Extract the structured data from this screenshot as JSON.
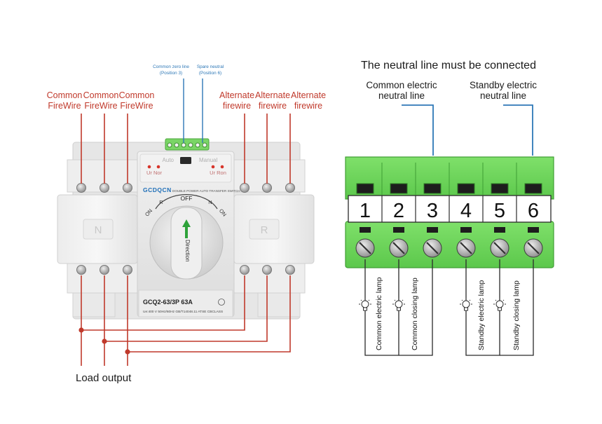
{
  "switch": {
    "common_labels": [
      {
        "line1": "Common",
        "line2": "FireWire"
      },
      {
        "line1": "Common",
        "line2": "FireWire"
      },
      {
        "line1": "Common",
        "line2": "FireWire"
      }
    ],
    "alternate_labels": [
      {
        "line1": "Alternate",
        "line2": "firewire"
      },
      {
        "line1": "Alternate",
        "line2": "firewire"
      },
      {
        "line1": "Alternate",
        "line2": "firewire"
      }
    ],
    "common_zero": {
      "line1": "Common zero line",
      "line2": "(Position 3)"
    },
    "spare_neutral": {
      "line1": "Spare neutral",
      "line2": "(Position 6)"
    },
    "panel_auto": "Auto",
    "panel_manual": "Manual",
    "indicator_left": "Ur Nor",
    "indicator_right": "Ur Ron",
    "brand": "GCDQCN",
    "brand_subtitle": "DOUBLE POWER AUTO TRANSFER SWITCH",
    "knob_off": "OFF",
    "knob_on_left": "ON",
    "knob_r": "R",
    "knob_n": "N",
    "knob_on_right": "ON",
    "direction": "Direction",
    "module_left": "N",
    "module_right": "R",
    "model": "GCQ2-63/3P 63A",
    "ratings": "Ue:400 V  50Hz/60Hz  GB/T14048.11  ATSE CBCLASS",
    "load_output": "Load output"
  },
  "terminal": {
    "title": "The neutral line must be connected",
    "common_neutral": {
      "line1": "Common electric",
      "line2": "neutral line"
    },
    "standby_neutral": {
      "line1": "Standby electric",
      "line2": "neutral line"
    },
    "numbers": [
      "1",
      "2",
      "3",
      "4",
      "5",
      "6"
    ],
    "lamps": [
      "Common electric lamp",
      "Common closing lamp",
      "Standby electric lamp",
      "Standby closing lamp"
    ]
  },
  "colors": {
    "red": "#c0392b",
    "blue": "#2e78b7",
    "green": "#6dd35c",
    "green_dark": "#3f9e34"
  }
}
